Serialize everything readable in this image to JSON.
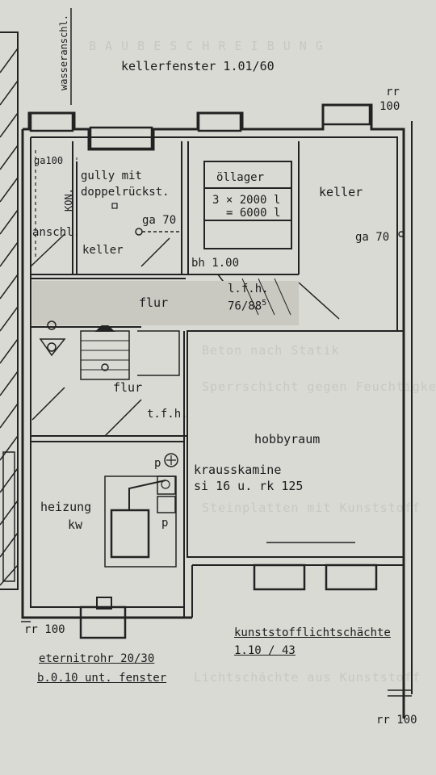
{
  "plan": {
    "notes": {
      "kellerfenster": "kellerfenster  1.01/60",
      "wasseranschl": "wasseranschl.",
      "rr100_top": "rr",
      "rr100_top_num": "100",
      "rr100_left": "rr 100",
      "rr100_right": "rr 100",
      "ga100": "ga100",
      "kon": "KON.",
      "anschl": "anschl.",
      "ga70_mid": "ga 70",
      "ga70_right": "ga 70",
      "bh": "bh 1.00",
      "lfh": "l.f.h.",
      "lfh_val": "76/88",
      "lfh_sup": "5",
      "tfh": "t.f.h.",
      "p1": "p",
      "p2": "p",
      "kunststoff": "kunststofflichtschächte",
      "kunststoff_num": "1.10 / 43",
      "eternit": "eternitrohr 20/30",
      "fenster": "b.0.10 unt. fenster"
    },
    "rooms": {
      "gully1": "gully mit",
      "gully2": "doppelrückst.",
      "keller_small": "keller",
      "oellager": "öllager",
      "oel_cap1": "3 × 2000 l",
      "oel_cap2": "= 6000 l",
      "keller_right": "keller",
      "flur_top": "flur",
      "flur_bottom": "flur",
      "hobbyraum": "hobbyraum",
      "kamine1": "krausskamine",
      "kamine2": "si 16  u.  rk 125",
      "heizung": "heizung",
      "kw": "kw"
    }
  }
}
